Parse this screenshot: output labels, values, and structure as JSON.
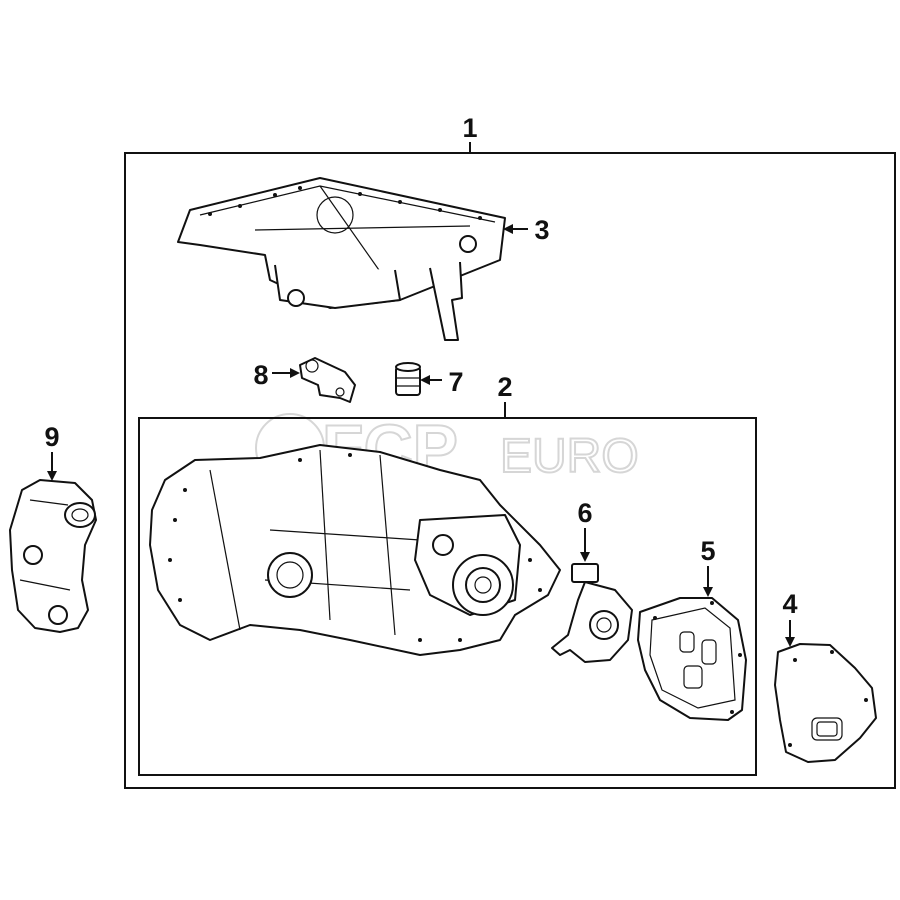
{
  "watermark": {
    "primary": "FCP",
    "secondary": "EURO"
  },
  "callouts": {
    "c1": "1",
    "c2": "2",
    "c3": "3",
    "c4": "4",
    "c5": "5",
    "c6": "6",
    "c7": "7",
    "c8": "8",
    "c9": "9"
  },
  "colors": {
    "ink": "#111111",
    "watermark": "#d6d6d6",
    "background": "#ffffff"
  }
}
